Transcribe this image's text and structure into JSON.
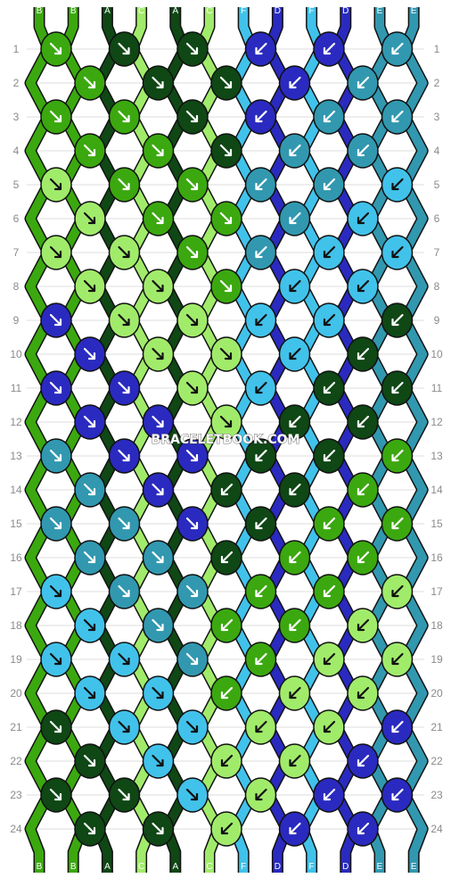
{
  "watermark": "BRACELETBOOK.COM",
  "colors": {
    "A": "#0f4715",
    "B": "#3ba80f",
    "C": "#a1eb6b",
    "D": "#2a2ac0",
    "E": "#3198b0",
    "F": "#41c2ea",
    "grid": "#dddddd"
  },
  "top_strands": [
    "B",
    "B",
    "A",
    "C",
    "A",
    "C",
    "F",
    "D",
    "F",
    "D",
    "E",
    "E"
  ],
  "bottom_strands": [
    "B",
    "B",
    "A",
    "C",
    "A",
    "C",
    "F",
    "D",
    "F",
    "D",
    "E",
    "E"
  ],
  "row_numbers": [
    "1",
    "2",
    "3",
    "4",
    "5",
    "6",
    "7",
    "8",
    "9",
    "10",
    "11",
    "12",
    "13",
    "14",
    "15",
    "16",
    "17",
    "18",
    "19",
    "20",
    "21",
    "22",
    "23",
    "24"
  ],
  "knot_rows": [
    [
      "B:r",
      "A:r",
      "A:r",
      "D:l",
      "D:l",
      "E:l"
    ],
    [
      "B:r",
      "A:r",
      "A:r",
      "D:l",
      "E:l"
    ],
    [
      "B:r",
      "B:r",
      "A:r",
      "D:l",
      "E:l",
      "E:l"
    ],
    [
      "B:r",
      "B:r",
      "A:r",
      "E:l",
      "E:l"
    ],
    [
      "C:r",
      "B:r",
      "B:r",
      "E:l",
      "E:l",
      "F:l"
    ],
    [
      "C:r",
      "B:r",
      "B:r",
      "E:l",
      "F:l"
    ],
    [
      "C:r",
      "C:r",
      "B:r",
      "E:l",
      "F:l",
      "F:l"
    ],
    [
      "C:r",
      "C:r",
      "B:r",
      "F:l",
      "F:l"
    ],
    [
      "D:r",
      "C:r",
      "C:r",
      "F:l",
      "F:l",
      "A:l"
    ],
    [
      "D:r",
      "C:r",
      "C:r",
      "F:l",
      "A:l"
    ],
    [
      "D:r",
      "D:r",
      "C:r",
      "F:l",
      "A:l",
      "A:l"
    ],
    [
      "D:r",
      "D:r",
      "C:r",
      "A:l",
      "A:l"
    ],
    [
      "E:r",
      "D:r",
      "D:r",
      "A:l",
      "A:l",
      "B:l"
    ],
    [
      "E:r",
      "D:r",
      "A:l",
      "A:l",
      "B:l"
    ],
    [
      "E:r",
      "E:r",
      "D:r",
      "A:l",
      "B:l",
      "B:l"
    ],
    [
      "E:r",
      "E:r",
      "A:l",
      "B:l",
      "B:l"
    ],
    [
      "F:r",
      "E:r",
      "E:r",
      "B:l",
      "B:l",
      "C:l"
    ],
    [
      "F:r",
      "E:r",
      "B:l",
      "B:l",
      "C:l"
    ],
    [
      "F:r",
      "F:r",
      "E:r",
      "B:l",
      "C:l",
      "C:l"
    ],
    [
      "F:r",
      "F:r",
      "B:l",
      "C:l",
      "C:l"
    ],
    [
      "A:r",
      "F:r",
      "F:r",
      "C:l",
      "C:l",
      "D:l"
    ],
    [
      "A:r",
      "F:r",
      "C:l",
      "C:l",
      "D:l"
    ],
    [
      "A:r",
      "A:r",
      "F:r",
      "C:l",
      "D:l",
      "D:l"
    ],
    [
      "A:r",
      "A:r",
      "C:l",
      "D:l",
      "D:l"
    ]
  ]
}
